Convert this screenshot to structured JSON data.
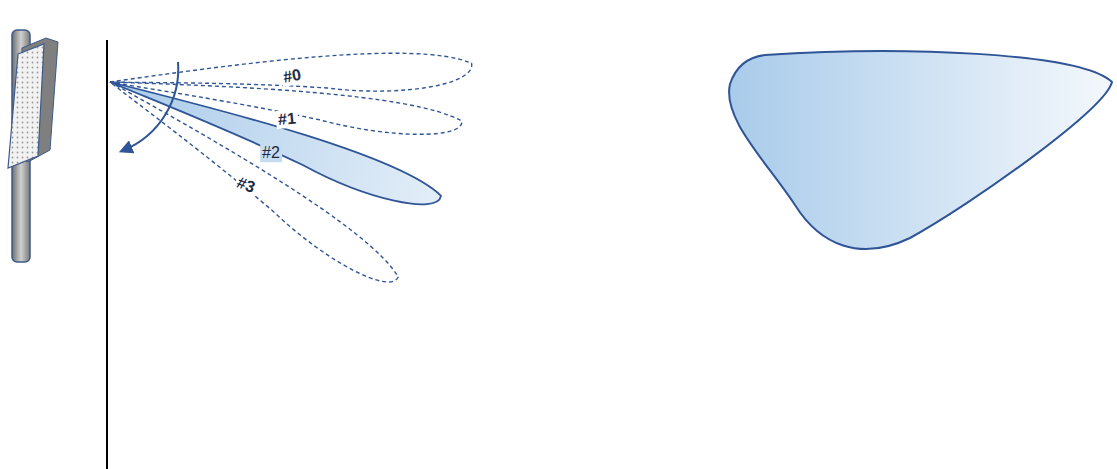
{
  "diagram": {
    "labels": [
      "#0",
      "#1",
      "#2",
      "#3"
    ]
  }
}
